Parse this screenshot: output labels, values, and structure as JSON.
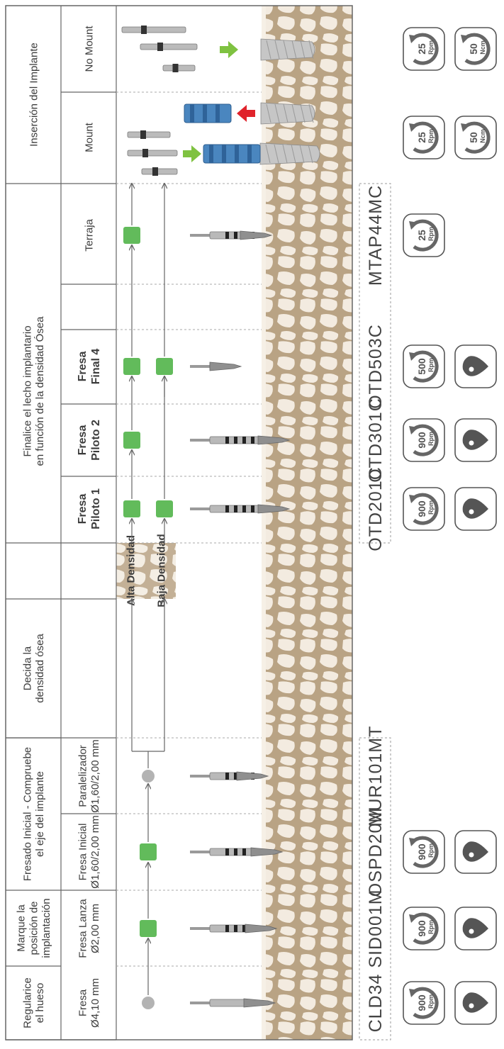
{
  "sections": [
    {
      "title": "Regularice\nel hueso"
    },
    {
      "title": "Marque la\nposición de\nimplantación"
    },
    {
      "title": "Fresado Inicial - Compruebe\nel eje del implante"
    },
    {
      "title": "Decida la\ndensidad ósea"
    },
    {
      "title": "Finalice el lecho implantario\nen función de la densidad Ósea"
    },
    {
      "title": "Inserción del Implante"
    }
  ],
  "steps": [
    {
      "label": "Fresa\nØ4,10 mm",
      "bold": false,
      "code": "CLD34",
      "rpm": "900",
      "rpm_unit": "Rpm",
      "irrigation": true
    },
    {
      "label": "Fresa Lanza\nØ2,00 mm",
      "bold": false,
      "code": "SID001M",
      "rpm": "900",
      "rpm_unit": "Rpm",
      "irrigation": true
    },
    {
      "label": "Fresa Inicial\nØ1,60/2,00 mm",
      "bold": false,
      "code": "OSPD20M",
      "rpm": "900",
      "rpm_unit": "Rpm",
      "irrigation": true
    },
    {
      "label": "Paralelizador\nØ1,60/2,00 mm",
      "bold": false,
      "code": "MUR101MT",
      "rpm": "",
      "rpm_unit": "",
      "irrigation": false
    },
    {
      "label": "Fresa\nPiloto 1",
      "bold": true,
      "code": "OTD201C",
      "rpm": "900",
      "rpm_unit": "Rpm",
      "irrigation": true
    },
    {
      "label": "Fresa\nPiloto 2",
      "bold": true,
      "code": "OTD301C",
      "rpm": "900",
      "rpm_unit": "Rpm",
      "irrigation": true
    },
    {
      "label": "Fresa\nFinal 4",
      "bold": true,
      "code": "OTD503C",
      "rpm": "500",
      "rpm_unit": "Rpm",
      "irrigation": true
    },
    {
      "label": "Terraja",
      "bold": false,
      "code": "MTAP44MC",
      "rpm": "25",
      "rpm_unit": "Rpm",
      "irrigation": false
    },
    {
      "label": "Mount",
      "bold": false,
      "code": "",
      "rpm": "25",
      "rpm_unit": "Rpm",
      "torque": "50",
      "torque_unit": "Ncm"
    },
    {
      "label": "No Mount",
      "bold": false,
      "code": "",
      "rpm": "25",
      "rpm_unit": "Rpm",
      "torque": "50",
      "torque_unit": "Ncm"
    }
  ],
  "density": {
    "high": "Alta Densidad",
    "low": "Baja Densidad"
  },
  "colors": {
    "green": "#62bb5b",
    "gray": "#b3b3b3",
    "bone": "#b8a283",
    "bone_cell": "#f4ece2",
    "arrow_red": "#e0232b",
    "arrow_green": "#7fc241",
    "border": "#666666"
  }
}
